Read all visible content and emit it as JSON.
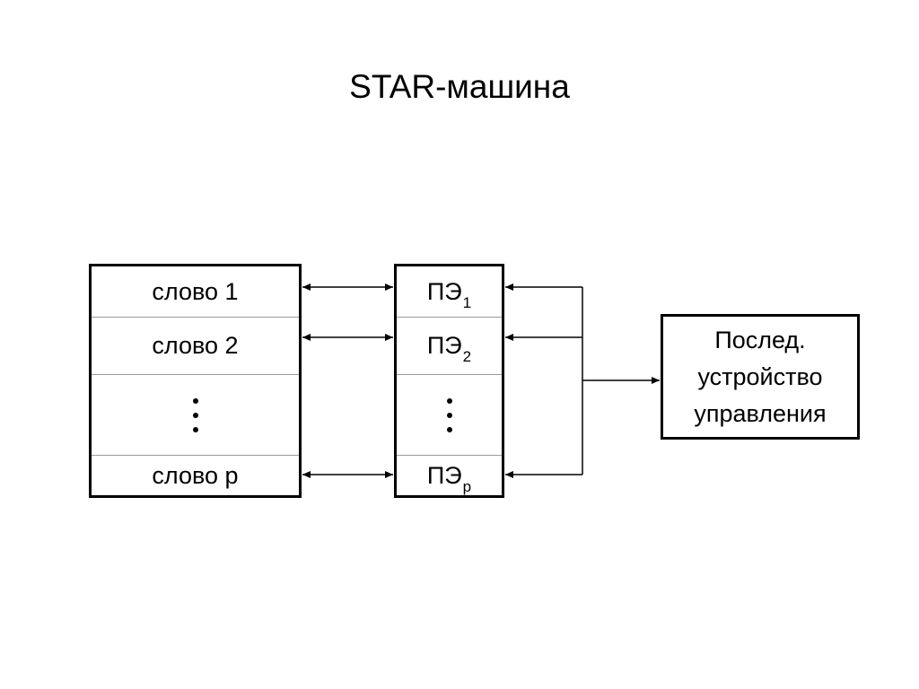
{
  "slide": {
    "title": "STAR-машина"
  },
  "memory": {
    "words": [
      "слово 1",
      "слово 2",
      "слово p"
    ]
  },
  "pe": {
    "base_label": "ПЭ",
    "subscripts": [
      "1",
      "2",
      "p"
    ]
  },
  "control_unit": {
    "lines": [
      "Послед.",
      "устройство",
      "управления"
    ]
  },
  "colors": {
    "stroke": "#000000",
    "separator": "#9a9a9a",
    "background": "#ffffff"
  }
}
